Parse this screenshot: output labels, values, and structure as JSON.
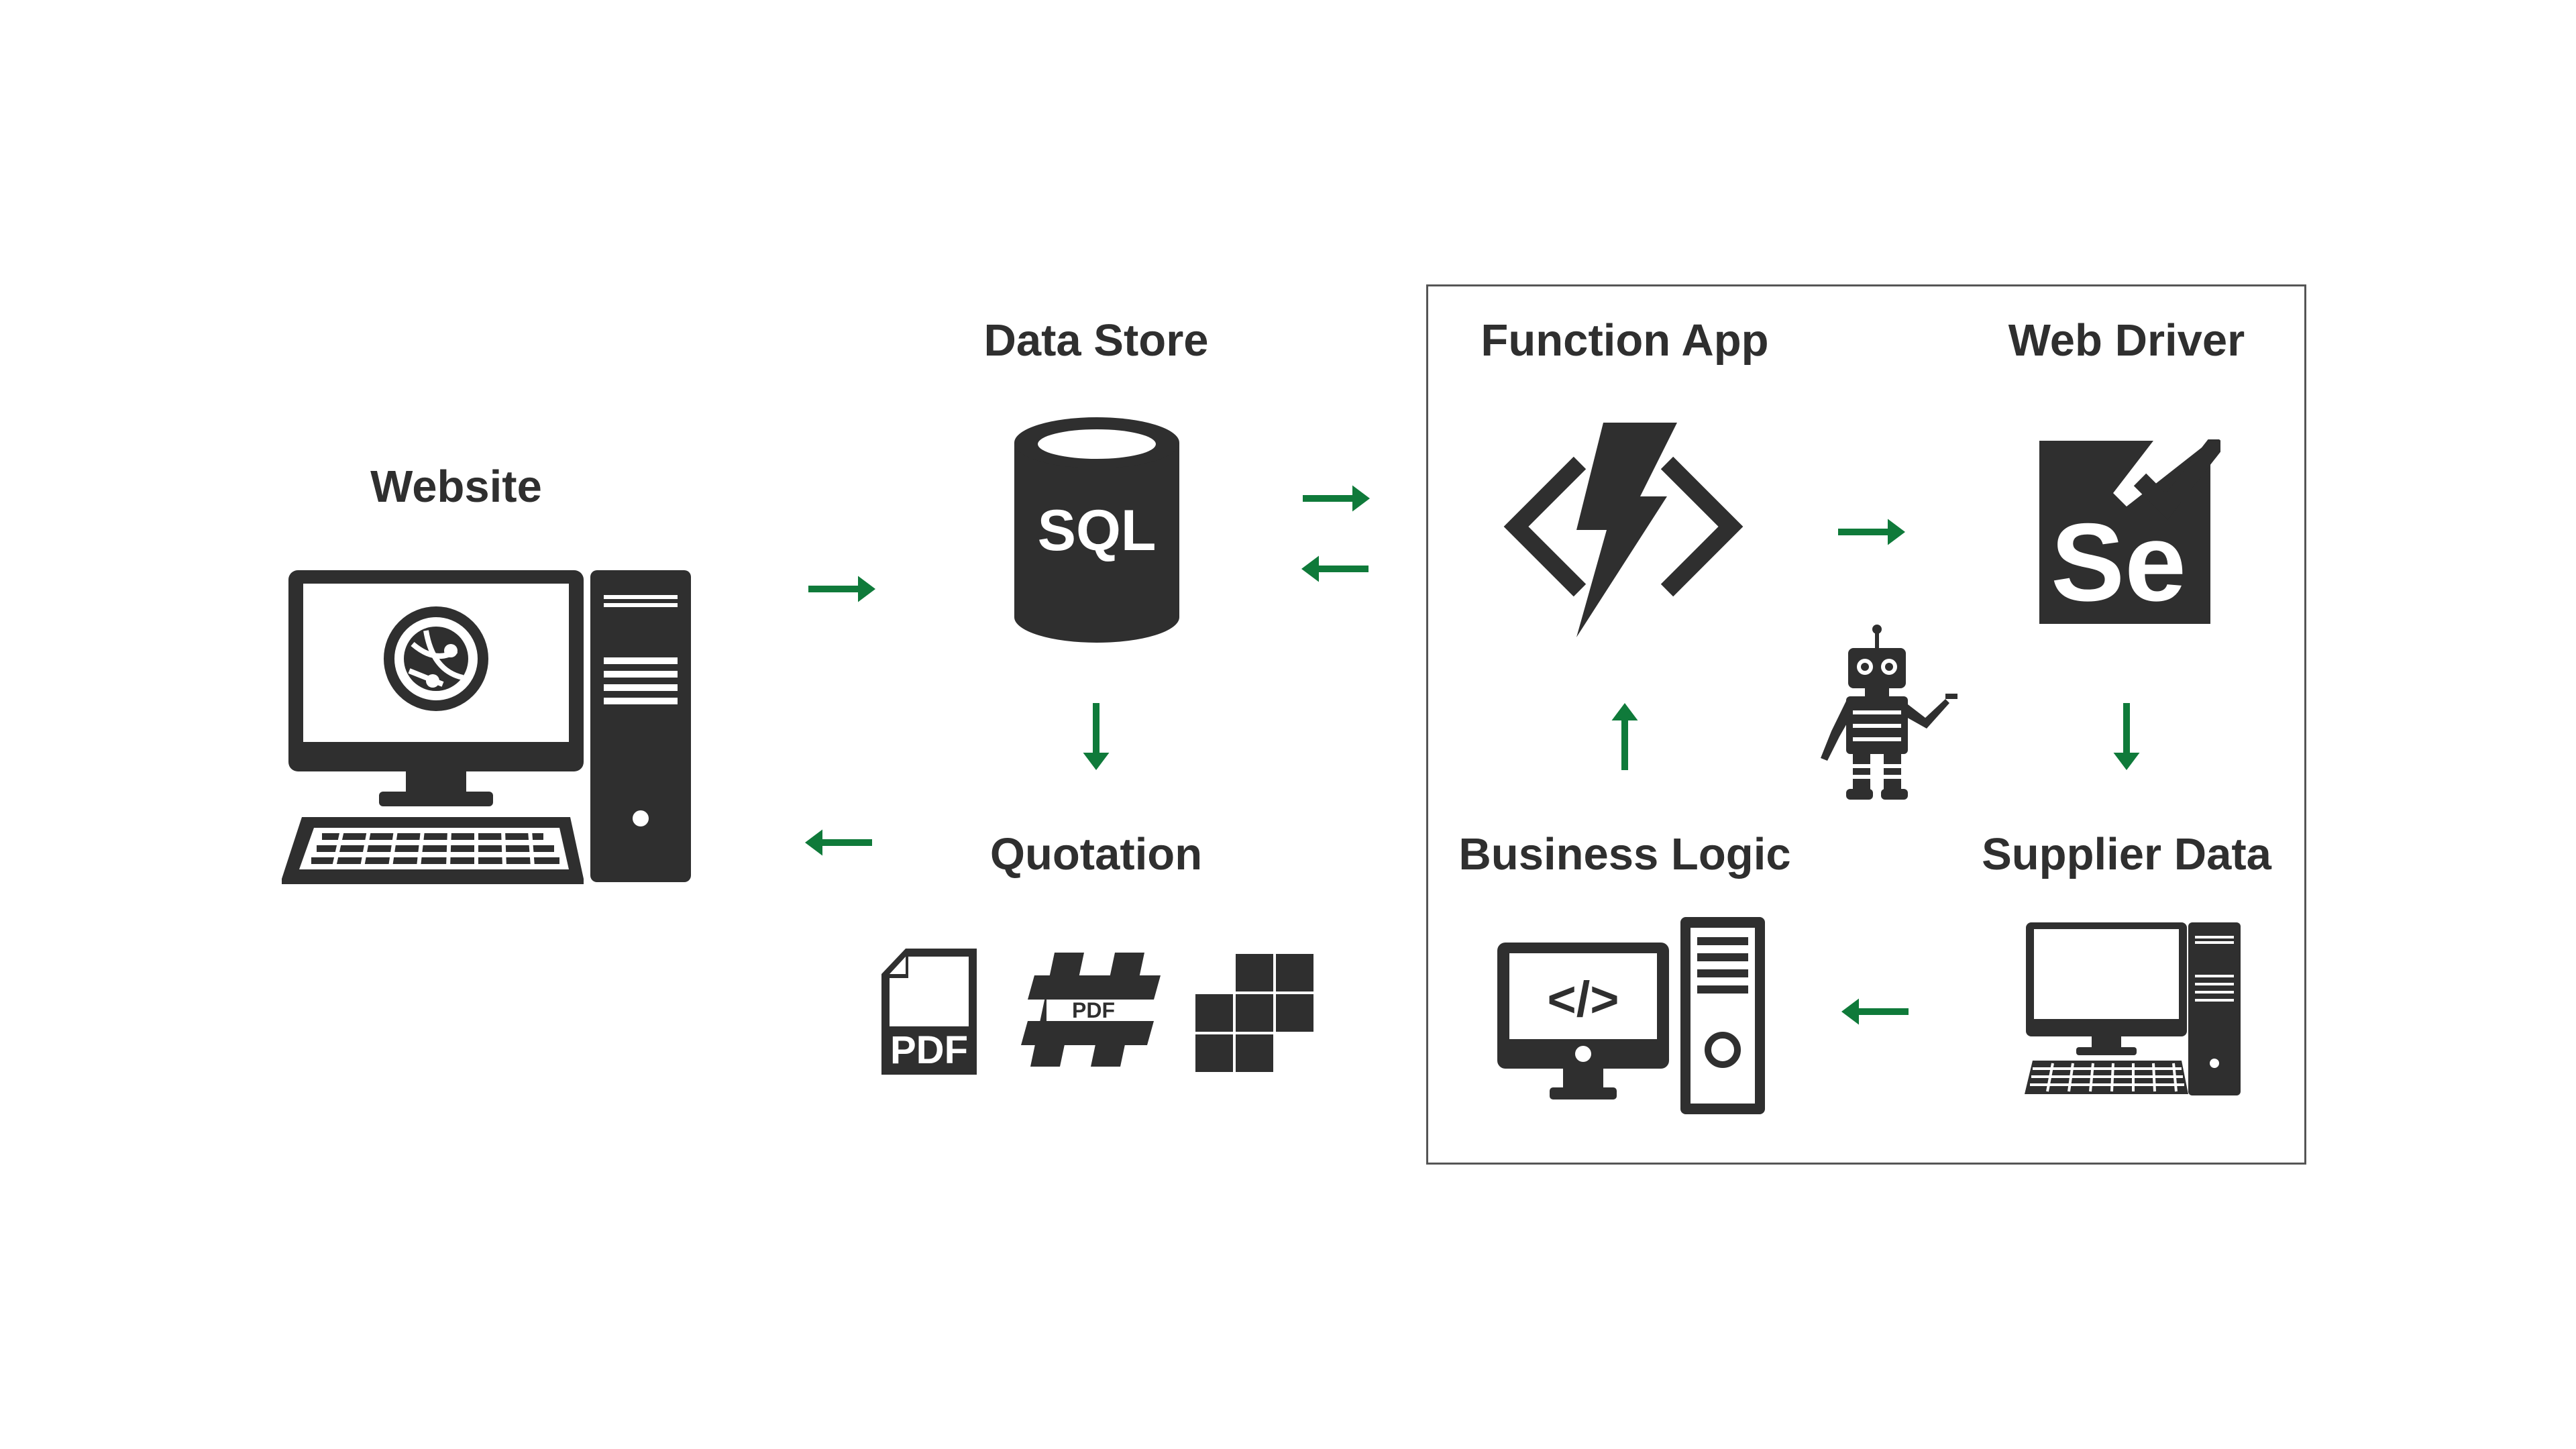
{
  "colors": {
    "icon": "#2f2f2f",
    "arrow": "#0f7a3a",
    "border": "#555555",
    "background": "#ffffff"
  },
  "labels": {
    "website": "Website",
    "data_store": "Data Store",
    "quotation": "Quotation",
    "function_app": "Function App",
    "web_driver": "Web Driver",
    "business_logic": "Business Logic",
    "supplier_data": "Supplier Data"
  },
  "icon_text": {
    "sql": "SQL",
    "pdf_file": "PDF",
    "pdf_hash": "PDF",
    "selenium": "Se",
    "code": "</>"
  },
  "icons": [
    "computer-globe-icon",
    "sql-database-icon",
    "pdf-file-icon",
    "pdf-hash-icon",
    "grid-blocks-icon",
    "azure-function-icon",
    "selenium-icon",
    "robot-icon",
    "code-computer-icon",
    "supplier-computer-icon"
  ],
  "arrows": [
    {
      "name": "arrow-website-to-datastore",
      "direction": "right"
    },
    {
      "name": "arrow-quotation-to-website",
      "direction": "left"
    },
    {
      "name": "arrow-datastore-to-functionapp",
      "direction": "right"
    },
    {
      "name": "arrow-functionapp-to-datastore",
      "direction": "left"
    },
    {
      "name": "arrow-datastore-to-quotation",
      "direction": "down"
    },
    {
      "name": "arrow-functionapp-to-webdriver",
      "direction": "right"
    },
    {
      "name": "arrow-webdriver-to-supplierdata",
      "direction": "down"
    },
    {
      "name": "arrow-supplierdata-to-businesslogic",
      "direction": "left"
    },
    {
      "name": "arrow-businesslogic-to-functionapp",
      "direction": "up"
    }
  ]
}
